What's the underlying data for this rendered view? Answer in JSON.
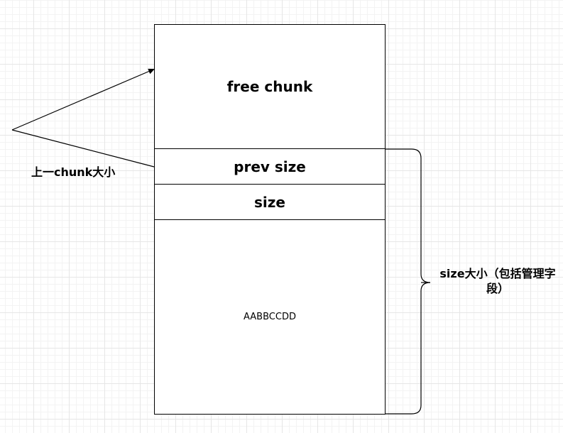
{
  "diagram": {
    "blocks": {
      "free_chunk": "free chunk",
      "prev_size": "prev size",
      "size": "size",
      "data": "AABBCCDD"
    },
    "labels": {
      "prev_chunk_size": "上一chunk大小",
      "size_range": "size大小（包括管理字段）"
    },
    "colors": {
      "stroke": "#000000",
      "background": "#ffffff",
      "grid": "#e6e6e6"
    }
  }
}
